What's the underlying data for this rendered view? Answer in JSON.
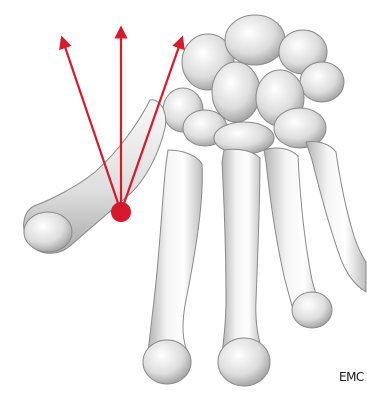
{
  "illustration": {
    "subject": "hand-skeleton-dorsal-view",
    "signature": "EMC"
  },
  "force_vectors": {
    "color": "#d7192b",
    "count": 3,
    "directions": [
      "up-left",
      "up",
      "up-right"
    ]
  },
  "bone_colors": {
    "highlight": "#f7f7f7",
    "midtone": "#d9d9d9",
    "shadow": "#a8a8a8",
    "outline": "#8a8a8a"
  }
}
